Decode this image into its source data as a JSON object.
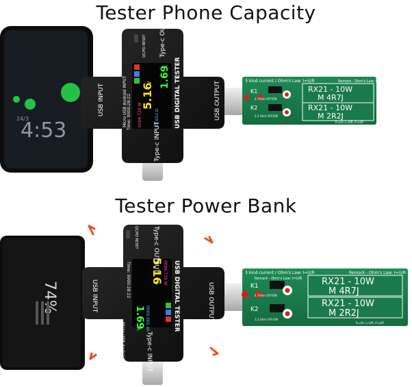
{
  "titles": {
    "top": "Tester Phone Capacity",
    "bottom": "Tester Power Bank"
  },
  "phone": {
    "time": "4:53",
    "sub": "24/3"
  },
  "powerbank": {
    "percent": "74%"
  },
  "tester": {
    "brand": "USB DIGITAL TESTER",
    "usb_input": "USB INPUT",
    "usb_output": "USB OUTPUT",
    "typec_input": "Type-c INPUT",
    "typec_output": "Type-c OUTPUT",
    "micro_usb": "Micro USB Android INPUT",
    "qc_reset": "QC/PD RESET",
    "voltage": "5.16",
    "voltage_unit": "V",
    "current": "1.69",
    "current_unit": "A",
    "time": "Time: 0000:28:22",
    "small1": "0006.729 W",
    "small2": "03.052 Ω",
    "small3": "0000.065 Ah"
  },
  "load_board": {
    "header": "3 kind current / Ohm's Law: I=U/R",
    "remark": "Remark - Ohm's Law: I=U/R",
    "k1": "K1",
    "k2": "K2",
    "k1_label": "4.7Ohm OFF/ON",
    "k2_label": "2.2 Ohm OFF/ON",
    "res1_line1": "RX21 - 10W",
    "res1_line2": "M    4R7J",
    "res2_line1": "RX21 - 10W",
    "res2_line2": "M    2R2J",
    "footer": "R=U/I, I=U/R, P=U/R"
  },
  "colors": {
    "device": "#1a1a1a",
    "pcb": "#1f7a4d",
    "arrow": "#e8501f",
    "led": "#d42020",
    "phone_green": "#23c246"
  }
}
